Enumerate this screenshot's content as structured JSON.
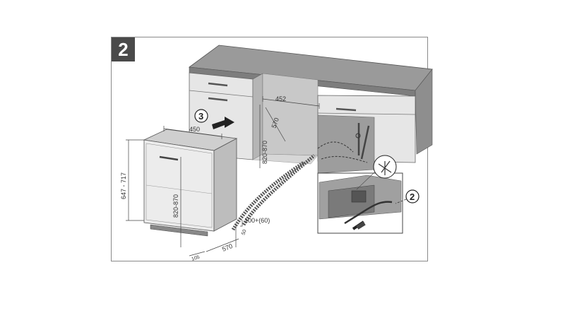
{
  "step": {
    "number": "2"
  },
  "callouts": {
    "push": "3",
    "connect": "2"
  },
  "dimensions": {
    "cavity_width": "452",
    "cavity_depth": "570",
    "cavity_height": "820-870",
    "appliance_width": "450",
    "appliance_height": "647 - 717",
    "appliance_niche_height": "820-870",
    "appliance_depth": "570",
    "plinth": "105",
    "foot": "50",
    "toe_kick": "100+(60)"
  }
}
